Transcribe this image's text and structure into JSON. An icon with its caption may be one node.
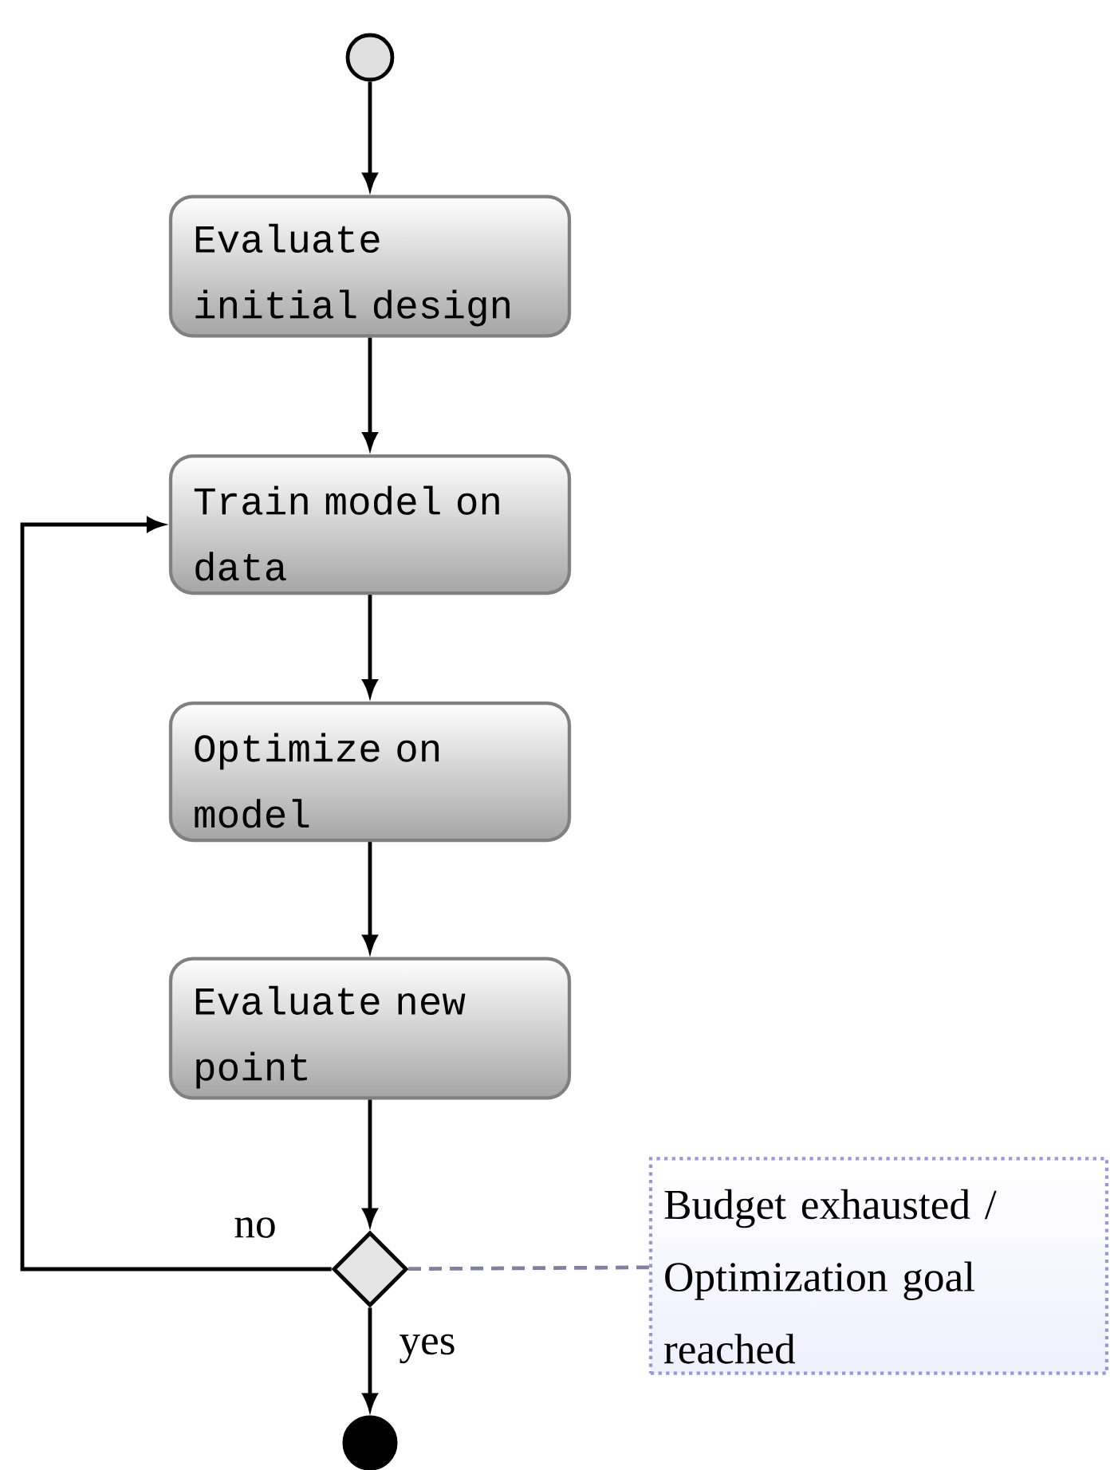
{
  "diagram": {
    "nodes": [
      {
        "text": [],
        "shape": "circle"
      },
      {
        "text": [
          "Evaluate initial design"
        ]
      },
      {
        "text": [
          "Train model on data"
        ]
      },
      {
        "text": [
          "Optimize on model"
        ]
      },
      {
        "text": [
          "Evaluate new point"
        ]
      },
      {
        "text": [],
        "shape": "diamond"
      },
      {
        "text": [
          "Budget exhausted / Optimization goal reached"
        ]
      },
      {
        "text": [],
        "shape": "circle"
      }
    ],
    "edges": [
      {
        "from": 0,
        "to": 1,
        "arrow": "to"
      },
      {
        "from": 1,
        "to": 2,
        "arrow": "to"
      },
      {
        "from": 2,
        "to": 3,
        "arrow": "to"
      },
      {
        "from": 3,
        "to": 4,
        "arrow": "to"
      },
      {
        "from": 4,
        "to": 5,
        "arrow": "to"
      },
      {
        "from": 5,
        "to": 2,
        "arrow": "to",
        "label": "no"
      },
      {
        "from": 5,
        "to": 7,
        "arrow": "to",
        "label": "yes"
      },
      {
        "from": 5,
        "to": 6,
        "arrow": "none",
        "style": "dashed",
        "color": "#8080a0"
      }
    ]
  }
}
